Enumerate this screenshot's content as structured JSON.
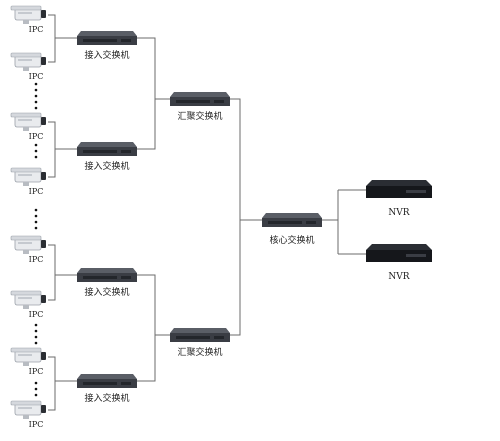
{
  "labels": {
    "ipc": "IPC",
    "access_switch": "接入交换机",
    "aggregation_switch": "汇聚交换机",
    "core_switch": "核心交换机",
    "nvr": "NVR"
  },
  "colors": {
    "line": "#6b6b6b",
    "switch_body": "#3a3d44",
    "switch_top": "#5a5e66",
    "nvr_body": "#15171b",
    "camera_body": "#e9ebee",
    "text": "#222222"
  }
}
